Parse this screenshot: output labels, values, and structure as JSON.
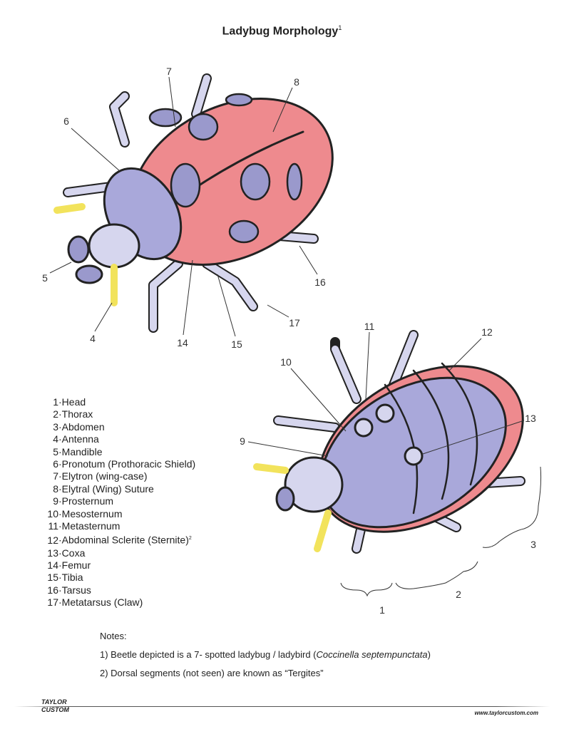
{
  "title": "Ladybug Morphology",
  "title_note": "1",
  "callouts": [
    "1",
    "2",
    "3",
    "4",
    "5",
    "6",
    "7",
    "8",
    "9",
    "10",
    "11",
    "12",
    "13",
    "14",
    "15",
    "16",
    "17"
  ],
  "legend": [
    {
      "num": "1",
      "label": "Head"
    },
    {
      "num": "2",
      "label": "Thorax"
    },
    {
      "num": "3",
      "label": "Abdomen"
    },
    {
      "num": "4",
      "label": "Antenna"
    },
    {
      "num": "5",
      "label": "Mandible"
    },
    {
      "num": "6",
      "label": "Pronotum (Prothoracic Shield)"
    },
    {
      "num": "7",
      "label": "Elytron (wing-case)"
    },
    {
      "num": "8",
      "label": "Elytral (Wing) Suture"
    },
    {
      "num": "9",
      "label": "Prosternum"
    },
    {
      "num": "10",
      "label": "Mesosternum"
    },
    {
      "num": "11",
      "label": "Metasternum"
    },
    {
      "num": "12",
      "label": "Abdominal Sclerite (Sternite)",
      "note": "2"
    },
    {
      "num": "13",
      "label": "Coxa"
    },
    {
      "num": "14",
      "label": "Femur"
    },
    {
      "num": "15",
      "label": "Tibia"
    },
    {
      "num": "16",
      "label": "Tarsus"
    },
    {
      "num": "17",
      "label": "Metatarsus (Claw)"
    }
  ],
  "notes": {
    "heading": "Notes:",
    "note1_pre": "1) Beetle depicted is a 7- spotted ladybug / ladybird (",
    "note1_italic": "Coccinella septempunctata",
    "note1_post": ")",
    "note2": "2) Dorsal segments (not seen) are known as “Tergites”"
  },
  "footer": {
    "logo_top": "TAYLOR",
    "logo_bottom": "CUSTOM",
    "url": "www.taylorcustom.com"
  },
  "colors": {
    "elytra": "#ee8a8e",
    "spots": "#9a99cc",
    "body": "#a9a8da",
    "legs": "#d6d6ee",
    "antenna": "#f2e35c",
    "outline": "#222222"
  }
}
